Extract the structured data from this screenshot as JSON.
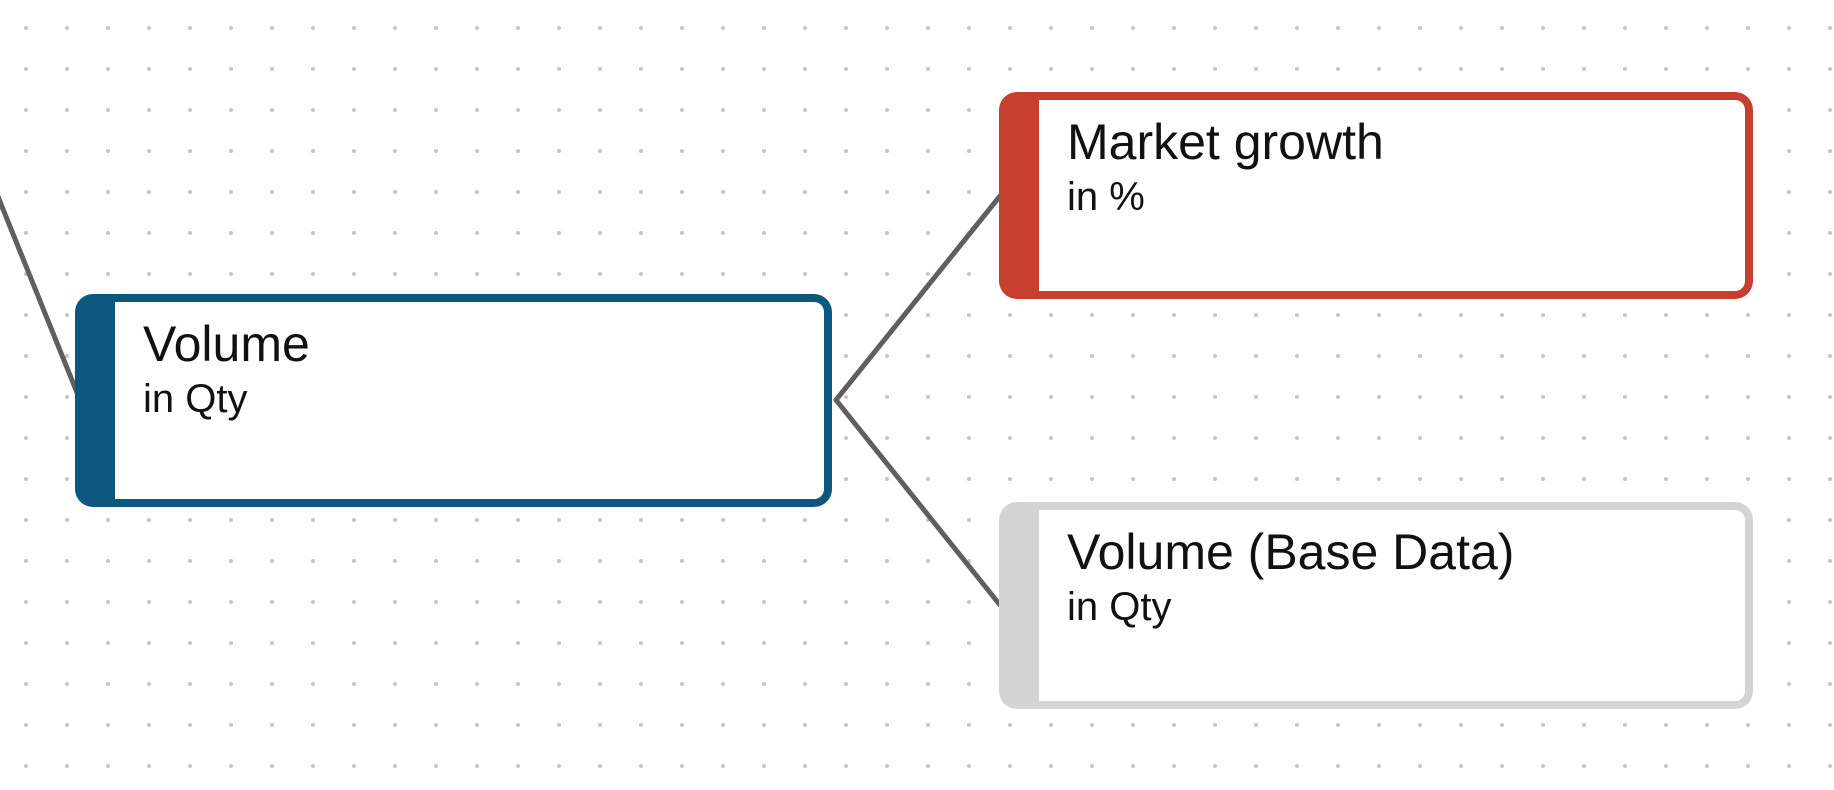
{
  "canvas": {
    "background_color": "#ffffff",
    "dot_color": "#c8c8c8"
  },
  "edge_style": {
    "color": "#5f5f5f"
  },
  "nodes": [
    {
      "id": "volume",
      "title": "Volume",
      "subtitle": "in Qty",
      "accent_color": "#0d567f"
    },
    {
      "id": "market-growth",
      "title": "Market growth",
      "subtitle": "in %",
      "accent_color": "#c7402f"
    },
    {
      "id": "volume-base-data",
      "title": "Volume (Base Data)",
      "subtitle": "in Qty",
      "accent_color": "#d4d4d4"
    }
  ]
}
